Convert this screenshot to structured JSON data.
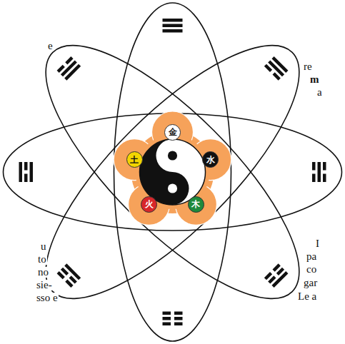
{
  "diagram": {
    "nodes": [
      {
        "text": [
          "金"
        ]
      },
      {
        "text": [
          "水"
        ]
      },
      {
        "text": [
          "木"
        ]
      },
      {
        "text": [
          "火"
        ]
      },
      {
        "text": [
          "土"
        ]
      }
    ],
    "labels": [
      "e",
      "re",
      "m",
      "a",
      "u",
      "to",
      "no",
      "sie-",
      "sso e",
      "I",
      "pa",
      "co",
      "gar",
      "Le a"
    ]
  }
}
